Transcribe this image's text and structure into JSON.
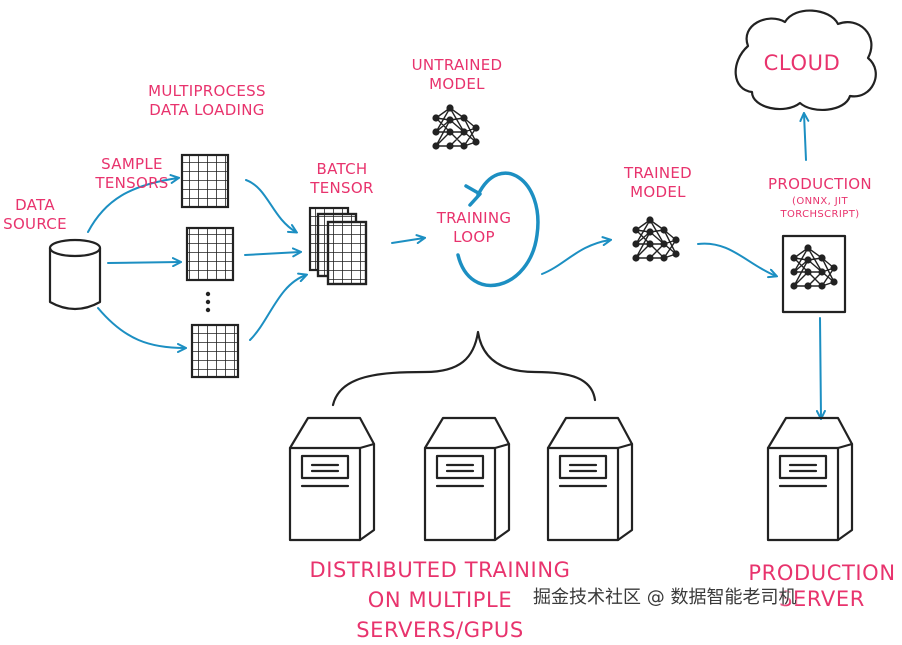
{
  "labels": {
    "data_source": "DATA\nSOURCE",
    "sample_tensors": "SAMPLE\nTENSORS",
    "multiprocess": "MULTIPROCESS\nDATA LOADING",
    "batch_tensor": "BATCH\nTENSOR",
    "untrained_model": "UNTRAINED\nMODEL",
    "training_loop": "TRAINING\nLOOP",
    "trained_model": "TRAINED\nMODEL",
    "production": "PRODUCTION",
    "production_sub": "(ONNX, JIT\nTORCHSCRIPT)",
    "cloud": "CLOUD",
    "distributed": "DISTRIBUTED TRAINING\nON MULTIPLE SERVERS/GPUS",
    "production_server": "PRODUCTION\nSERVER"
  },
  "watermark": "掘金技术社区 @ 数据智能老司机",
  "colors": {
    "label": "#e8336d",
    "arrow": "#1c8fc2",
    "ink": "#222222"
  }
}
